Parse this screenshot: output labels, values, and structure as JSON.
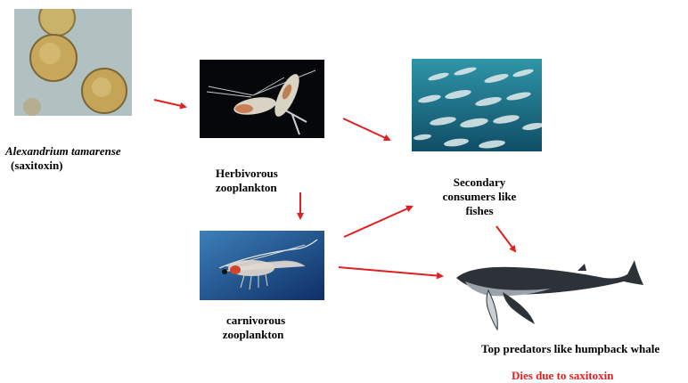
{
  "labels": {
    "producer_name": "Alexandrium tamarense",
    "producer_toxin": "(saxitoxin)",
    "herbivore_line1": "Herbivorous",
    "herbivore_line2": "zooplankton",
    "carnivore_line1": "carnivorous",
    "carnivore_line2": "zooplankton",
    "secondary_line1": "Secondary",
    "secondary_line2": "consumers like",
    "secondary_line3": "fishes",
    "top_predator": "Top predators like humpback whale",
    "outcome": "Dies due to saxitoxin"
  },
  "colors": {
    "arrow": "#e02020",
    "outcome_text": "#e02020",
    "photo_dark_bg": "#05070a",
    "water_bg": "#2e8aa0",
    "algae_bg": "#a8b8b8"
  },
  "nodes": [
    {
      "id": "alexandrium-tamarense",
      "image": "algae-cells-photo"
    },
    {
      "id": "herbivorous-zooplankton",
      "image": "copepod-photo"
    },
    {
      "id": "carnivorous-zooplankton",
      "image": "krill-photo"
    },
    {
      "id": "secondary-consumers",
      "image": "fish-school-photo"
    },
    {
      "id": "top-predator",
      "image": "humpback-whale-illustration"
    }
  ],
  "edges": [
    {
      "from": "alexandrium-tamarense",
      "to": "herbivorous-zooplankton"
    },
    {
      "from": "herbivorous-zooplankton",
      "to": "secondary-consumers"
    },
    {
      "from": "herbivorous-zooplankton",
      "to": "carnivorous-zooplankton"
    },
    {
      "from": "carnivorous-zooplankton",
      "to": "secondary-consumers"
    },
    {
      "from": "carnivorous-zooplankton",
      "to": "top-predator"
    },
    {
      "from": "secondary-consumers",
      "to": "top-predator"
    }
  ]
}
